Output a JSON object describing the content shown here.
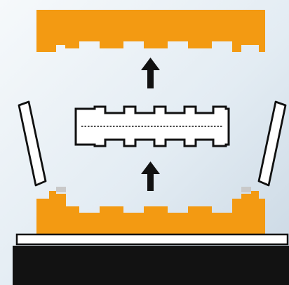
{
  "diagram": {
    "kind": "mold-assembly-exploded-view",
    "colors": {
      "background_light": "#f6f9fb",
      "background_mid": "#e3ecf3",
      "background_dark": "#c9d7e3",
      "mold": "#f39a12",
      "outline": "#111111",
      "part_fill": "#ffffff",
      "base": "#121212",
      "plate": "#ffffff",
      "gasket": "#c9c9c9",
      "arrow": "#111111"
    },
    "icons": {
      "top_mold": "mold-half-top",
      "bottom_mold": "mold-half-bottom",
      "molded_part": "molded-part",
      "left_panel": "side-panel-left",
      "right_panel": "side-panel-right",
      "upper_arrow": "arrow-up",
      "lower_arrow": "arrow-up",
      "plate": "base-plate",
      "base": "press-base"
    }
  }
}
